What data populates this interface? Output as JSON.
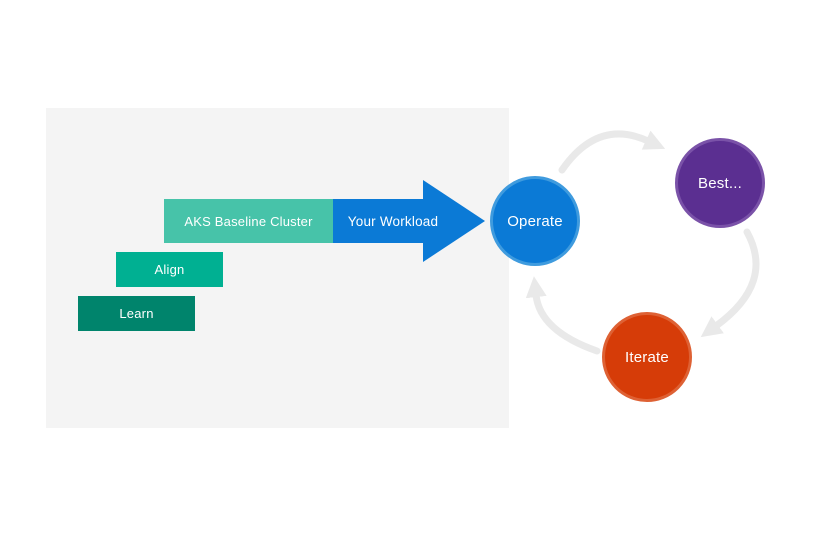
{
  "canvas": {
    "background": "#ffffff"
  },
  "panel": {
    "background": "#f4f4f4"
  },
  "bars": [
    {
      "id": "learn",
      "label": "Learn",
      "color": "#00846c",
      "text_color": "#ffffff"
    },
    {
      "id": "align",
      "label": "Align",
      "color": "#00b092",
      "text_color": "#ffffff"
    },
    {
      "id": "aks-baseline-cluster",
      "label": "AKS Baseline Cluster",
      "color": "#47c3a9",
      "text_color": "#ffffff"
    }
  ],
  "workload_arrow": {
    "label": "Your Workload",
    "color": "#0b7ad6",
    "text_color": "#ffffff"
  },
  "cycle": {
    "connector_color": "#e9e9e9",
    "nodes": [
      {
        "id": "operate",
        "label": "Operate",
        "fill": "#0b7ad6",
        "ring": "#3f9bde"
      },
      {
        "id": "best",
        "label": "Best...",
        "fill": "#5b2f91",
        "ring": "#7a52a8"
      },
      {
        "id": "iterate",
        "label": "Iterate",
        "fill": "#d63c08",
        "ring": "#de6134"
      }
    ]
  }
}
